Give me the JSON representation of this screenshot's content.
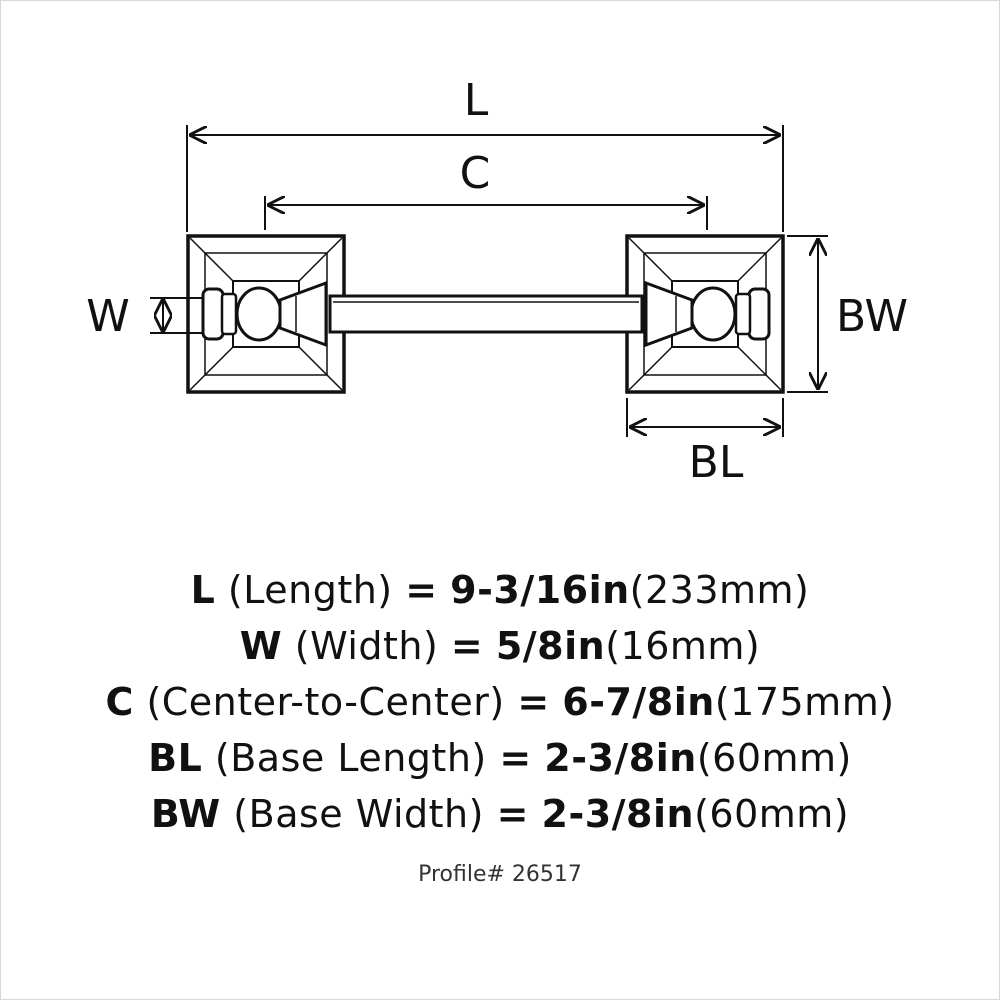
{
  "diagram": {
    "labels": {
      "length": "L",
      "center": "C",
      "width": "W",
      "base_width": "BW",
      "base_length": "BL"
    }
  },
  "specs": [
    {
      "abbr": "L",
      "name": "(Length)",
      "eq": "=",
      "value": "9-3/16in",
      "metric": "(233mm)"
    },
    {
      "abbr": "W",
      "name": "(Width)",
      "eq": "=",
      "value": "5/8in",
      "metric": "(16mm)"
    },
    {
      "abbr": "C",
      "name": "(Center-to-Center)",
      "eq": "=",
      "value": "6-7/8in",
      "metric": "(175mm)"
    },
    {
      "abbr": "BL",
      "name": "(Base Length)",
      "eq": "=",
      "value": "2-3/8in",
      "metric": "(60mm)"
    },
    {
      "abbr": "BW",
      "name": "(Base Width)",
      "eq": "=",
      "value": "2-3/8in",
      "metric": "(60mm)"
    }
  ],
  "profile": "Profile# 26517"
}
